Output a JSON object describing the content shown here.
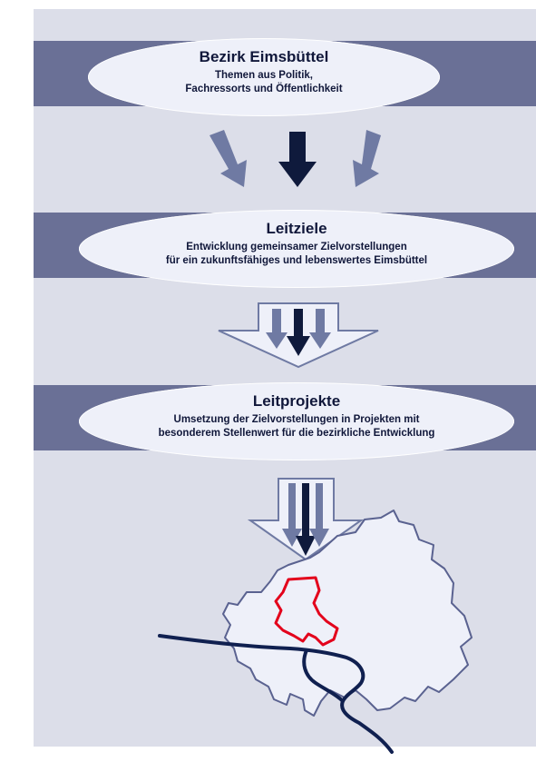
{
  "stages": [
    {
      "title": "Bezirk Eimsbüttel",
      "subtitle": [
        "Themen aus Politik,",
        "Fachressorts und Öffentlichkeit"
      ]
    },
    {
      "title": "Leitziele",
      "subtitle": [
        "Entwicklung gemeinsamer Zielvorstellungen",
        "für ein zukunftsfähiges und lebenswertes Eimsbüttel"
      ]
    },
    {
      "title": "Leitprojekte",
      "subtitle": [
        "Umsetzung der Zielvorstellungen in Projekten mit",
        "besonderem Stellenwert für die bezirkliche Entwicklung"
      ]
    }
  ],
  "colors": {
    "panel": "#dcdee9",
    "band": "#6a7096",
    "ellipse": "#eef0f9",
    "text": "#10173a",
    "arrow_dark": "#0f1a3c",
    "arrow_light": "#6f7aa3",
    "river": "#102050",
    "district_outline": "#e3001b",
    "city_outline": "#5a6290"
  },
  "icons": {
    "arrows_1": "three-down-arrows",
    "arrows_2": "hollow-funnel-arrow",
    "arrows_3": "hollow-funnel-arrow",
    "map": "hamburg-city-map-with-eimsbuettel-district"
  }
}
